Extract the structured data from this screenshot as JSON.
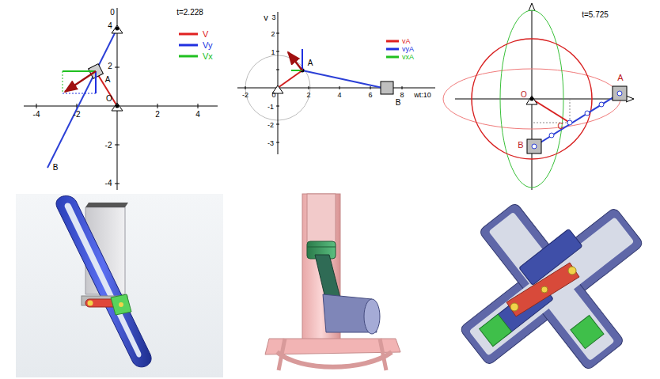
{
  "diagram": {
    "labels": [
      "0",
      "t=2.228",
      "4",
      "2",
      "A",
      "O",
      "-2",
      "-4",
      "-4",
      "-2",
      "2",
      "4",
      "B",
      "v",
      "3",
      "2",
      "1",
      "A",
      "-2",
      "0",
      "2",
      "4",
      "6",
      "B",
      "8",
      "wt:10",
      "-1",
      "-2",
      "-3",
      "t=5.725",
      "A",
      "O",
      "C",
      "B"
    ],
    "legend": [
      {
        "text": "V",
        "color": "#e02020"
      },
      {
        "text": "Vy",
        "color": "#2030e0"
      },
      {
        "text": "Vx",
        "color": "#20c020"
      },
      {
        "text": "vA",
        "color": "#e02020"
      },
      {
        "text": "vyA",
        "color": "#2030e0"
      },
      {
        "text": "vxA",
        "color": "#20c020"
      }
    ]
  }
}
